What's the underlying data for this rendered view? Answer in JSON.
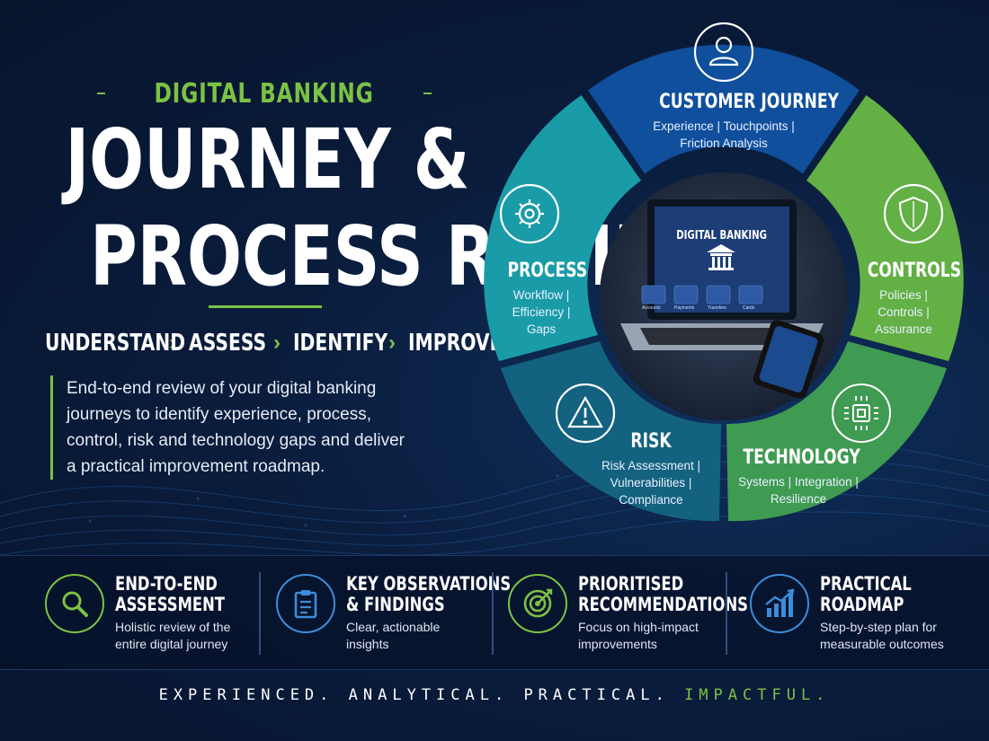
{
  "header": {
    "eyebrow": "DIGITAL BANKING",
    "title_line1": "JOURNEY &",
    "title_line2": "PROCESS REVIEW"
  },
  "steps": [
    "UNDERSTAND",
    "ASSESS",
    "IDENTIFY",
    "IMPROVE"
  ],
  "description": "End-to-end review of your digital banking journeys to identify experience, process, control, risk and technology gaps and deliver a practical improvement roadmap.",
  "ring": {
    "center": {
      "screen_title": "DIGITAL BANKING",
      "tiles": [
        "Accounts",
        "Payments",
        "Transfers",
        "Cards"
      ]
    },
    "segments": [
      {
        "id": "customer-journey",
        "title": "CUSTOMER JOURNEY",
        "lines": [
          "Experience | Touchpoints |",
          "Friction Analysis"
        ],
        "icon": "user-icon",
        "color": "#0f4f9c"
      },
      {
        "id": "controls",
        "title": "CONTROLS",
        "lines": [
          "Policies |",
          "Controls |",
          "Assurance"
        ],
        "icon": "shield-icon",
        "color": "#63b044"
      },
      {
        "id": "technology",
        "title": "TECHNOLOGY",
        "lines": [
          "Systems | Integration |",
          "Resilience"
        ],
        "icon": "chip-icon",
        "color": "#3f9a52"
      },
      {
        "id": "risk",
        "title": "RISK",
        "lines": [
          "Risk Assessment |",
          "Vulnerabilities |",
          "Compliance"
        ],
        "icon": "warning-icon",
        "color": "#13627f"
      },
      {
        "id": "process",
        "title": "PROCESS",
        "lines": [
          "Workflow |",
          "Efficiency |",
          "Gaps"
        ],
        "icon": "gear-icon",
        "color": "#1a9ba8"
      }
    ]
  },
  "features": [
    {
      "title_l1": "END-TO-END",
      "title_l2": "ASSESSMENT",
      "sub_l1": "Holistic review of the",
      "sub_l2": "entire digital journey",
      "icon": "magnifier-icon"
    },
    {
      "title_l1": "KEY OBSERVATIONS",
      "title_l2": "& FINDINGS",
      "sub_l1": "Clear, actionable",
      "sub_l2": "insights",
      "icon": "clipboard-icon"
    },
    {
      "title_l1": "PRIORITISED",
      "title_l2": "RECOMMENDATIONS",
      "sub_l1": "Focus on high-impact",
      "sub_l2": "improvements",
      "icon": "target-icon"
    },
    {
      "title_l1": "PRACTICAL",
      "title_l2": "ROADMAP",
      "sub_l1": "Step-by-step plan for",
      "sub_l2": "measurable outcomes",
      "icon": "growth-chart-icon"
    }
  ],
  "tagline": {
    "part1": "EXPERIENCED. ANALYTICAL. PRACTICAL.",
    "part2": "IMPACTFUL."
  },
  "colors": {
    "accent_green": "#7cc244",
    "accent_blue": "#3d8ddb",
    "background": "#0a1d3d"
  }
}
